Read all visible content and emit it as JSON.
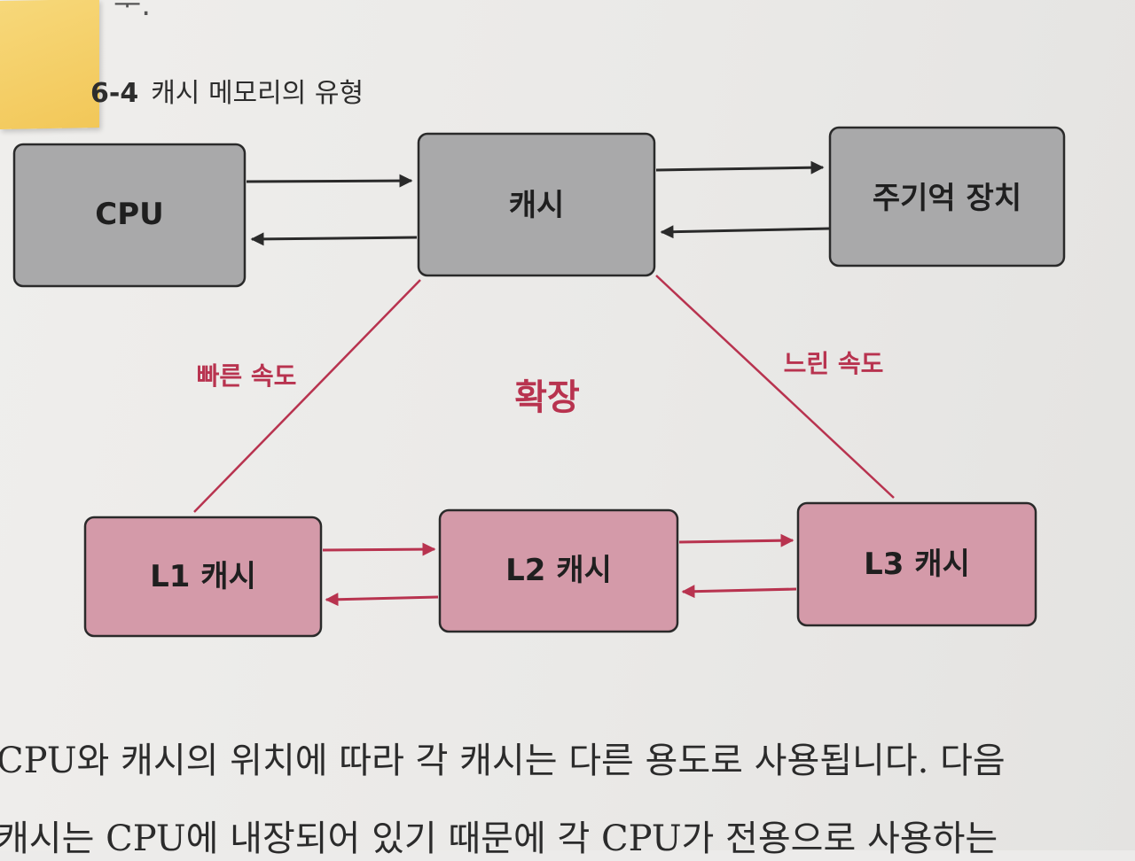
{
  "caption": {
    "number": "6-4",
    "title": "캐시 메모리의 유형"
  },
  "nodes": {
    "cpu": "CPU",
    "cache": "캐시",
    "main_memory": "주기억 장치",
    "l1": "L1 캐시",
    "l2": "L2 캐시",
    "l3": "L3 캐시"
  },
  "edge_labels": {
    "fast": "빠른 속도",
    "slow": "느린 속도"
  },
  "center_label": "확장",
  "body": {
    "line1": "CPU와 캐시의 위치에 따라 각 캐시는 다른 용도로 사용됩니다. 다음",
    "line2": "캐시는 CPU에 내장되어 있기 때문에 각 CPU가 전용으로 사용하는"
  },
  "colors": {
    "gray_box": "#a9a9aa",
    "pink_box": "#d49aa9",
    "accent": "#b8334f",
    "arrow_dark": "#2a2a2a"
  }
}
